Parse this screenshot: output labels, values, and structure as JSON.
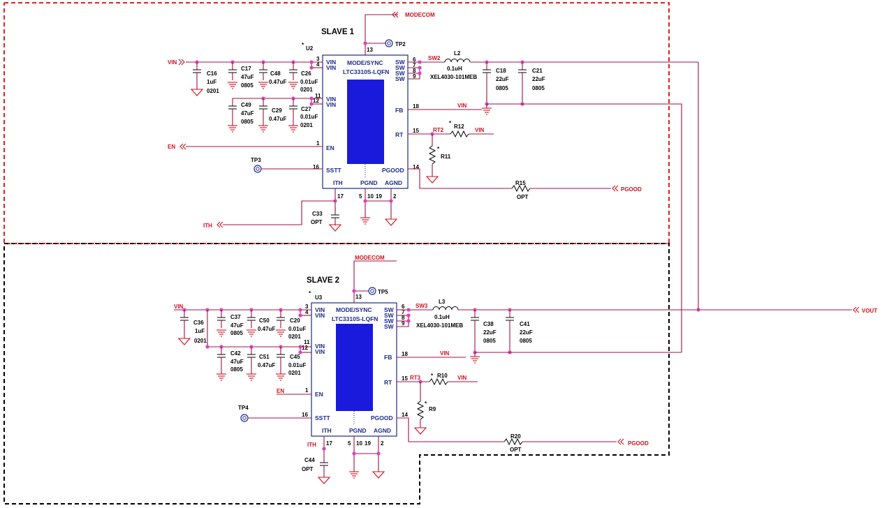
{
  "slave1": {
    "title": "SLAVE 1",
    "ref": "U2",
    "refstar": "*",
    "mode_label": "MODE/SYNC",
    "part": "LTC3310S-LQFN",
    "pins_left": [
      "VIN",
      "VIN",
      "VIN",
      "VIN",
      "EN",
      "SSTT"
    ],
    "pins_right": [
      "SW",
      "SW",
      "SW",
      "SW",
      "FB",
      "RT",
      "PGOOD"
    ],
    "pins_bottom": [
      "ITH",
      "PGND",
      "AGND"
    ],
    "pin_nums": {
      "n3": "3",
      "n4": "4",
      "n11": "11",
      "n12": "12",
      "n1": "1",
      "n16": "16",
      "n13": "13",
      "n6": "6",
      "n7": "7",
      "n8": "8",
      "n9": "9",
      "n18": "18",
      "n15": "15",
      "n14": "14",
      "n17": "17",
      "n5": "5",
      "n10": "10",
      "n19": "19",
      "n2": "2"
    },
    "nets": {
      "vin": "VIN",
      "en": "EN",
      "ith": "ITH",
      "modecom": "MODECOM",
      "sw": "SW2",
      "vin_fb": "VIN",
      "rt": "RT2",
      "vin_rt": "VIN",
      "pgood": "PGOOD"
    },
    "tp": {
      "tp2": "TP2",
      "tp3": "TP3"
    },
    "caps": {
      "c16": [
        "C16",
        "1uF",
        "0201"
      ],
      "c17": [
        "C17",
        "47uF",
        "0805"
      ],
      "c48": [
        "C48",
        "0.47uF"
      ],
      "c26": [
        "C26",
        "0.01uF",
        "0201"
      ],
      "c49": [
        "C49",
        "47uF",
        "0805"
      ],
      "c29": [
        "C29",
        "0.47uF"
      ],
      "c27": [
        "C27",
        "0.01uF",
        "0201"
      ],
      "c33": [
        "C33",
        "OPT"
      ],
      "c18": [
        "C18",
        "22uF",
        "0805"
      ],
      "c21": [
        "C21",
        "22uF",
        "0805"
      ]
    },
    "inductor": [
      "L2",
      "0.1uH",
      "XEL4030-101MEB"
    ],
    "r12": "R12",
    "r12star": "*",
    "r11": "R11",
    "r11star": "*",
    "r15": [
      "R15",
      "OPT"
    ]
  },
  "slave2": {
    "title": "SLAVE 2",
    "ref": "U3",
    "refstar": "*",
    "mode_label": "MODE/SYNC",
    "part": "LTC3310S-LQFN",
    "pins_left": [
      "VIN",
      "VIN",
      "VIN",
      "VIN",
      "EN",
      "SSTT"
    ],
    "pins_right": [
      "SW",
      "SW",
      "SW",
      "SW",
      "FB",
      "RT",
      "PGOOD"
    ],
    "pins_bottom": [
      "ITH",
      "PGND",
      "AGND"
    ],
    "pin_nums": {
      "n3": "3",
      "n4": "4",
      "n11": "11",
      "n12": "12",
      "n1": "1",
      "n16": "16",
      "n13": "13",
      "n6": "6",
      "n7": "7",
      "n8": "8",
      "n9": "9",
      "n18": "18",
      "n15": "15",
      "n14": "14",
      "n17": "17",
      "n5": "5",
      "n10": "10",
      "n19": "19",
      "n2": "2"
    },
    "nets": {
      "vin": "VIN",
      "en": "EN",
      "ith": "ITH",
      "modecom": "MODECOM",
      "sw": "SW3",
      "vin_fb": "VIN",
      "rt": "RT3",
      "vin_rt": "VIN",
      "pgood": "PGOOD"
    },
    "tp": {
      "tp5": "TP5",
      "tp4": "TP4"
    },
    "caps": {
      "c36": [
        "C36",
        "1uF",
        "0201"
      ],
      "c37": [
        "C37",
        "47uF",
        "0805"
      ],
      "c50": [
        "C50",
        "0.47uF"
      ],
      "c20": [
        "C20",
        "0.01uF",
        "0201"
      ],
      "c42": [
        "C42",
        "47uF",
        "0805"
      ],
      "c51": [
        "C51",
        "0.47uF"
      ],
      "c45": [
        "C45",
        "0.01uF",
        "0201"
      ],
      "c44": [
        "C44",
        "OPT"
      ],
      "c38": [
        "C38",
        "22uF",
        "0805"
      ],
      "c41": [
        "C41",
        "22uF",
        "0805"
      ]
    },
    "inductor": [
      "L3",
      "0.1uH",
      "XEL4030-101MEB"
    ],
    "r10": "R10",
    "r10star": "*",
    "r9": "R9",
    "r9star": "*",
    "r20": [
      "R20",
      "OPT"
    ]
  },
  "vout": "VOUT",
  "colors": {
    "wire": "#a01040",
    "net_label": "#d0101e",
    "chip_fill": "#1a1adc",
    "part_text": "#1b2a8a",
    "junction": "#e040c0",
    "border1": "#e02020",
    "border2": "#000000"
  }
}
